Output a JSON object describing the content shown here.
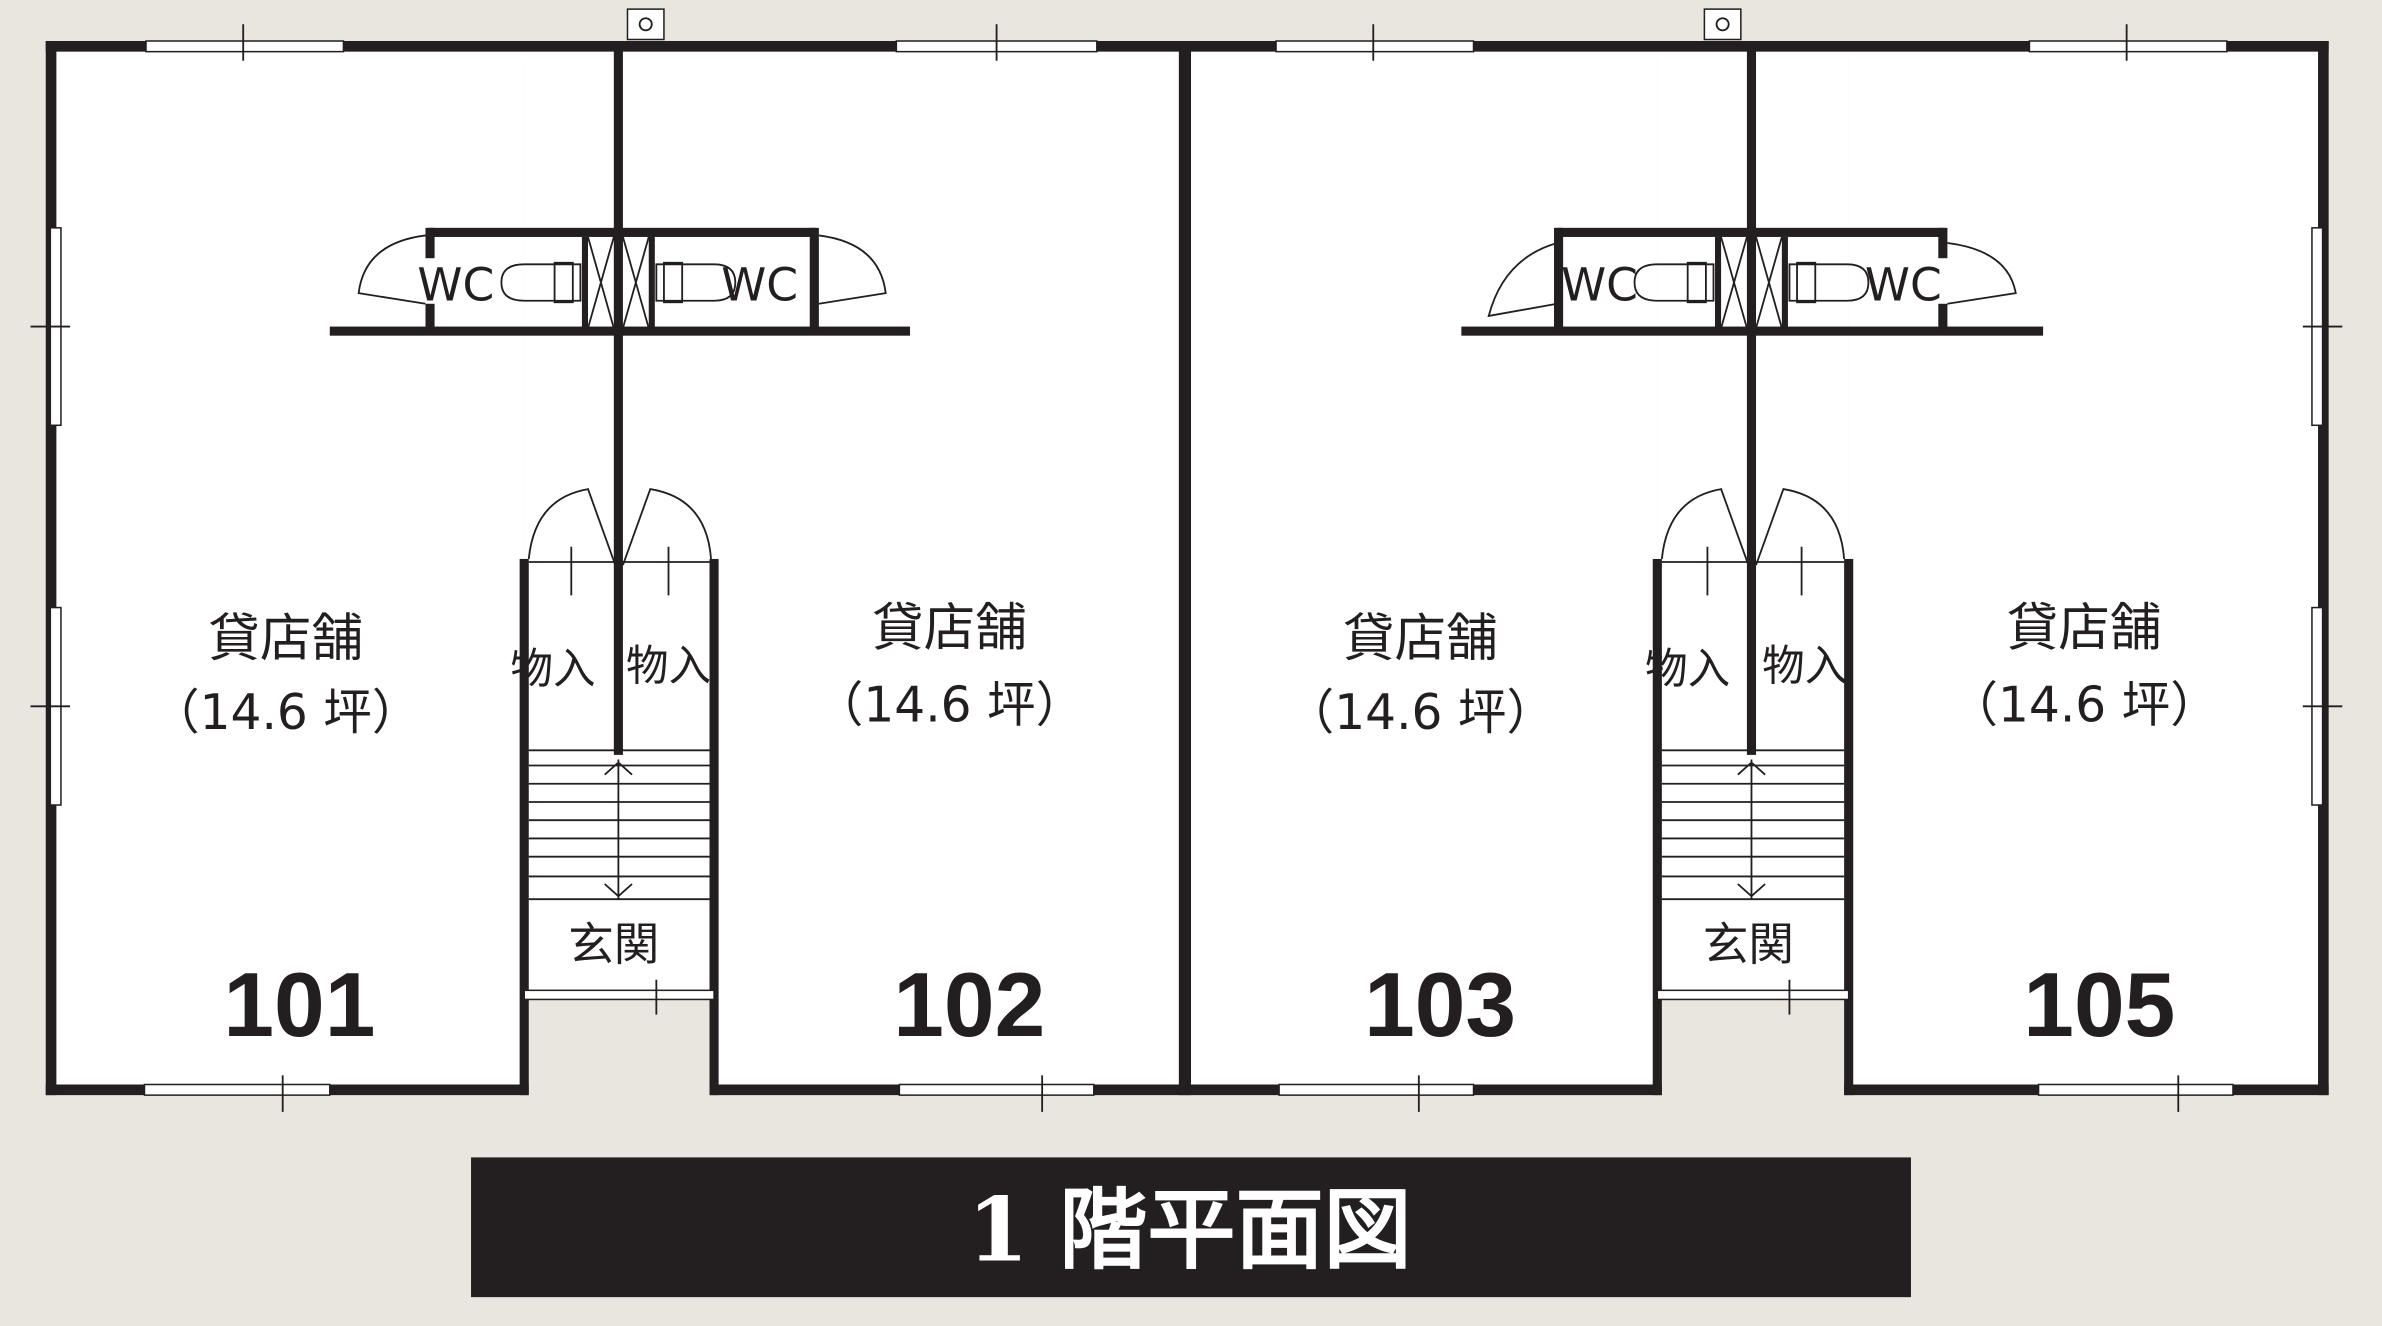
{
  "units": [
    {
      "label": "貸店舗",
      "area": "（14.6 坪）",
      "number": "101"
    },
    {
      "label": "貸店舗",
      "area": "（14.6 坪）",
      "number": "102"
    },
    {
      "label": "貸店舗",
      "area": "（14.6 坪）",
      "number": "103"
    },
    {
      "label": "貸店舗",
      "area": "（14.6 坪）",
      "number": "105"
    }
  ],
  "wc_label": "WC",
  "storage_label": "物入",
  "entrance_label": "玄関",
  "title": "1 階平面図",
  "colors": {
    "background": "#e9e6df",
    "wall": "#231f20",
    "banner": "#231f20",
    "room": "#ffffff"
  }
}
